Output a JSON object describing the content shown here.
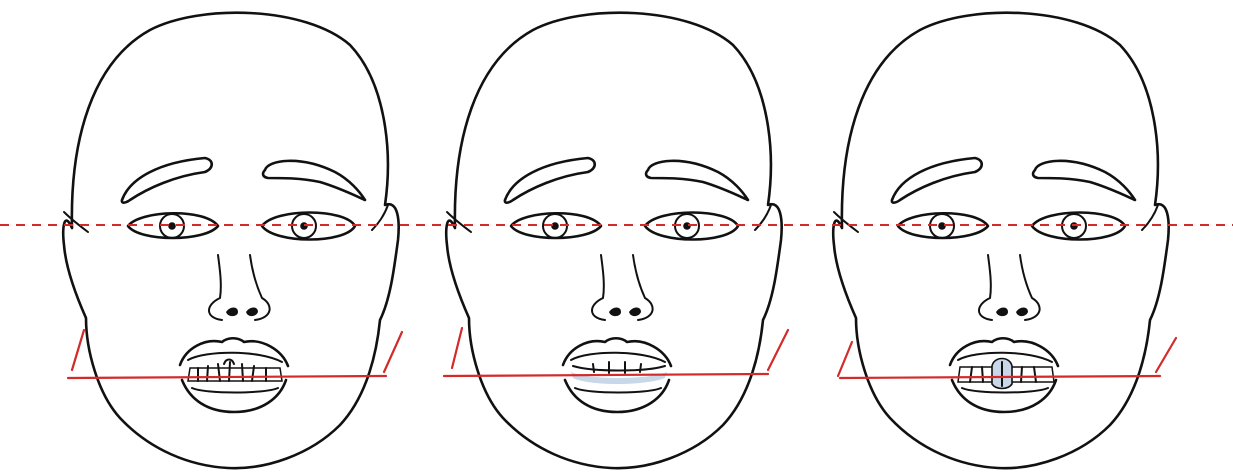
{
  "figure": {
    "faces": [
      {
        "id": "face-left",
        "teeth_style": "crooked"
      },
      {
        "id": "face-middle",
        "teeth_style": "flat-bite"
      },
      {
        "id": "face-right",
        "teeth_style": "spaced"
      }
    ],
    "colors": {
      "ink": "#111111",
      "reference_line": "#d32a2a",
      "mouth_fill": "#c9d8e8",
      "background": "#ffffff"
    },
    "lines": {
      "eye_line_style": "dashed",
      "jaw_line_style": "solid"
    }
  }
}
